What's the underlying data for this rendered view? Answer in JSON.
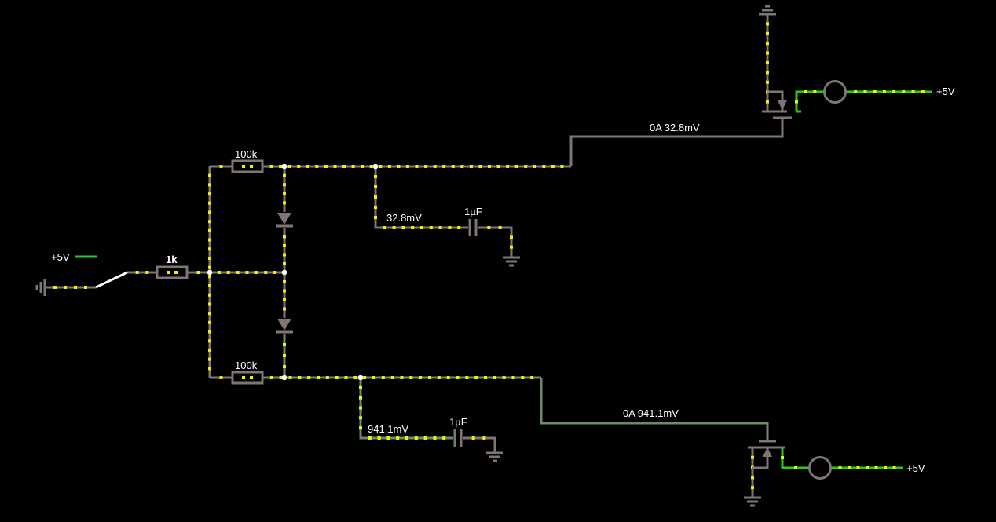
{
  "colors": {
    "background": "#000000",
    "wire_idle": "#7f7674",
    "wire_low": "#6f8a6a",
    "wire_high": "#22cc22",
    "current_dot": "#f0f000",
    "node": "#ffffff",
    "label": "#ffffff"
  },
  "labels": {
    "supply_left": "+5V",
    "r_input": "1k",
    "r_top": "100k",
    "r_bottom": "100k",
    "v_top_cap": "32.8mV",
    "c_top": "1µF",
    "v_bottom_cap": "941.1mV",
    "c_bottom": "1µF",
    "meter_top": "0A 32.8mV",
    "meter_bottom": "0A 941.1mV",
    "supply_top_right": "+5V",
    "supply_bottom_right": "+5V"
  },
  "components": [
    {
      "name": "ground-left-icon",
      "kind": "ground"
    },
    {
      "name": "spst-switch",
      "kind": "switch"
    },
    {
      "name": "resistor-1k",
      "kind": "resistor"
    },
    {
      "name": "resistor-100k-top",
      "kind": "resistor"
    },
    {
      "name": "resistor-100k-bottom",
      "kind": "resistor"
    },
    {
      "name": "diode-top-icon",
      "kind": "diode"
    },
    {
      "name": "diode-bottom-icon",
      "kind": "diode"
    },
    {
      "name": "capacitor-top",
      "kind": "capacitor"
    },
    {
      "name": "capacitor-bottom",
      "kind": "capacitor"
    },
    {
      "name": "mosfet-top",
      "kind": "mosfet"
    },
    {
      "name": "mosfet-bottom",
      "kind": "mosfet"
    },
    {
      "name": "lamp-top-icon",
      "kind": "lamp"
    },
    {
      "name": "lamp-bottom-icon",
      "kind": "lamp"
    }
  ]
}
